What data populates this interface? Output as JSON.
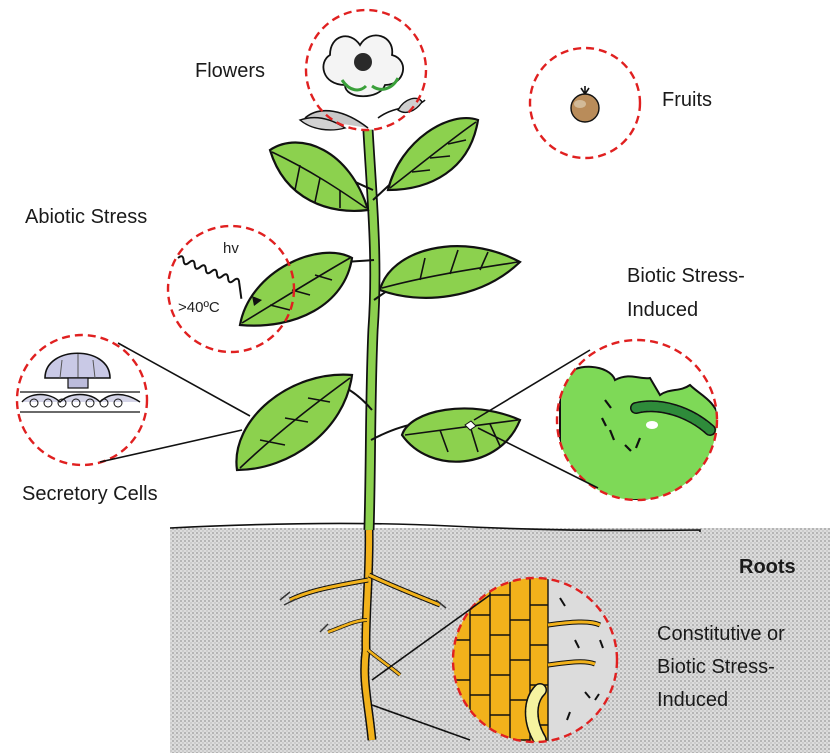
{
  "labels": {
    "flowers": "Flowers",
    "fruits": "Fruits",
    "abiotic": "Abiotic Stress",
    "hv": "hv",
    "temp": ">40ºC",
    "biotic_line1": "Biotic Stress-",
    "biotic_line2": "Induced",
    "secretory": "Secretory Cells",
    "roots": "Roots",
    "const_line1": "Constitutive or",
    "const_line2": "Biotic Stress-",
    "const_line3": "Induced"
  },
  "colors": {
    "leaf": "#8cd14e",
    "root": "#f2b21b",
    "highlight_circle": "#e02020",
    "soil": "#d9d9d9",
    "bio_zoom_bg": "#7ed957",
    "caterpillar": "#2e8b3a"
  },
  "icons": [
    "flower-icon",
    "fruit-icon",
    "light-wave-icon",
    "glandular-trichome-icon",
    "caterpillar-icon",
    "root-cells-icon",
    "larva-icon"
  ]
}
